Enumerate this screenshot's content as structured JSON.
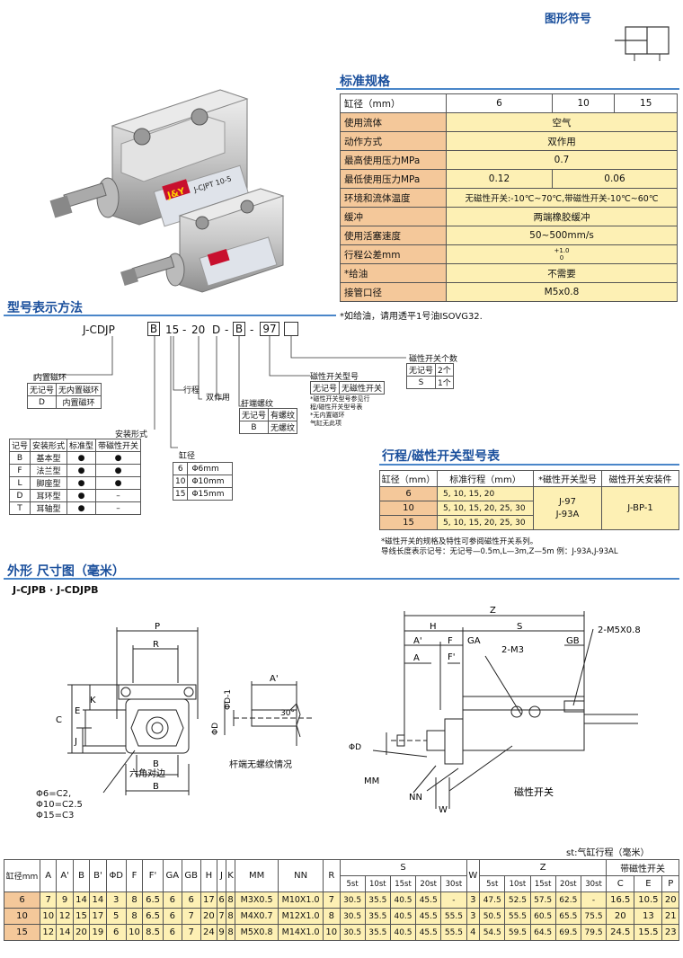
{
  "symbol_title": "图形符号",
  "spec": {
    "title": "标准规格",
    "header": [
      "缸径（mm）",
      "6",
      "10",
      "15"
    ],
    "rows": [
      {
        "label": "使用流体",
        "value": "空气"
      },
      {
        "label": "动作方式",
        "value": "双作用"
      },
      {
        "label": "最高使用压力MPa",
        "value": "0.7"
      },
      {
        "label": "最低使用压力MPa",
        "v1": "0.12",
        "v2": "0.06"
      },
      {
        "label": "环境和流体温度",
        "value": "无磁性开关:-10℃~70℃,带磁性开关-10℃~60℃"
      },
      {
        "label": "缓冲",
        "value": "两端橡胶缓冲"
      },
      {
        "label": "使用活塞速度",
        "value": "50~500mm/s"
      },
      {
        "label": "行程公差mm",
        "sup": "+1.0",
        "sub": "0"
      },
      {
        "label": "*给油",
        "value": "不需要"
      },
      {
        "label": "接管口径",
        "value": "M5x0.8"
      }
    ],
    "note": "*如给油，请用透平1号油ISOVG32."
  },
  "product_labels": {
    "brand": "J&Y",
    "model": "J-CJPT 10-5"
  },
  "model": {
    "title": "型号表示方法",
    "code": [
      "J-CDJP",
      "B",
      "15",
      "-",
      "20",
      "D",
      "-",
      "B",
      "-",
      "97",
      ""
    ],
    "inner_magnet": {
      "title": "内置磁环",
      "rows": [
        [
          "无记号",
          "无内置磁环"
        ],
        [
          "D",
          "内置磁环"
        ]
      ]
    },
    "mount": {
      "title": "安装形式",
      "header": [
        "记号",
        "安装形式",
        "标准型",
        "带磁性开关"
      ],
      "rows": [
        [
          "B",
          "基本型",
          "●",
          "●"
        ],
        [
          "F",
          "法兰型",
          "●",
          "●"
        ],
        [
          "L",
          "脚座型",
          "●",
          "●"
        ],
        [
          "D",
          "耳环型",
          "●",
          "–"
        ],
        [
          "T",
          "耳轴型",
          "●",
          "–"
        ]
      ]
    },
    "bore": {
      "title": "缸径",
      "rows": [
        [
          "6",
          "Φ6mm"
        ],
        [
          "10",
          "Φ10mm"
        ],
        [
          "15",
          "Φ15mm"
        ]
      ]
    },
    "stroke_label": "行程",
    "action_label": "双作用",
    "rod": {
      "title": "杆端螺纹",
      "rows": [
        [
          "无记号",
          "有螺纹"
        ],
        [
          "B",
          "无螺纹"
        ]
      ]
    },
    "switch_type": {
      "title": "磁性开关型号",
      "rows": [
        [
          "无记号",
          "无磁性开关"
        ]
      ],
      "notes": [
        "*磁性开关型号参见行",
        "程/磁性开关型号表",
        "*无内置磁环",
        "气缸无此项"
      ]
    },
    "switch_count": {
      "title": "磁性开关个数",
      "rows": [
        [
          "无记号",
          "2个"
        ],
        [
          "S",
          "1个"
        ]
      ]
    }
  },
  "stroke_table": {
    "title": "行程/磁性开关型号表",
    "header": [
      "缸径（mm）",
      "标准行程（mm）",
      "*磁性开关型号",
      "磁性开关安装件"
    ],
    "rows": [
      [
        "6",
        "5, 10, 15, 20"
      ],
      [
        "10",
        "5, 10, 15, 20, 25, 30"
      ],
      [
        "15",
        "5, 10, 15, 20, 25, 30"
      ]
    ],
    "switch_models": [
      "J-97",
      "J-93A"
    ],
    "mount_part": "J-BP-1",
    "notes": [
      "*磁性开关的规格及特性可参阅磁性开关系列。",
      "导线长度表示记号：无记号—0.5m,L—3m,Z—5m 例：J-93A,J-93AL"
    ]
  },
  "dim": {
    "title": "外形 尺寸图（毫米）",
    "subtitle": "J-CJPB · J-CDJPB",
    "rod_caption": "杆端无螺纹情况",
    "hex_caption": "六角对边",
    "chamfer": [
      "Φ6=C2,",
      "Φ10=C2.5",
      "Φ15=C3"
    ],
    "switch_label": "磁性开关",
    "unit_note": "st:气缸行程（毫米）",
    "labels": {
      "P": "P",
      "R": "R",
      "K": "K",
      "E": "E",
      "C": "C",
      "J": "J",
      "B": "B",
      "Ap": "A'",
      "D1": "ΦD-1",
      "D": "ΦD",
      "deg": "30°",
      "Z": "Z",
      "H": "H",
      "S": "S",
      "A": "A",
      "F": "F",
      "Fp": "F'",
      "GA": "GA",
      "GB": "GB",
      "M3": "2-M3",
      "M5": "2-M5X0.8",
      "MM": "MM",
      "NN": "NN",
      "W": "W"
    },
    "header1": [
      "缸径mm",
      "A",
      "A'",
      "B",
      "B'",
      "ΦD",
      "F",
      "F'",
      "GA",
      "GB",
      "H",
      "J",
      "K",
      "MM",
      "NN",
      "R",
      "S",
      "W",
      "Z",
      "带磁性开关"
    ],
    "header2": [
      "5st",
      "10st",
      "15st",
      "20st",
      "30st",
      "5st",
      "10st",
      "15st",
      "20st",
      "30st",
      "C",
      "E",
      "P"
    ],
    "rows": [
      [
        "6",
        "7",
        "9",
        "14",
        "14",
        "3",
        "8",
        "6.5",
        "6",
        "6",
        "17",
        "6",
        "8",
        "M3X0.5",
        "M10X1.0",
        "7",
        "30.5",
        "35.5",
        "40.5",
        "45.5",
        "-",
        "3",
        "47.5",
        "52.5",
        "57.5",
        "62.5",
        "-",
        "16.5",
        "10.5",
        "20"
      ],
      [
        "10",
        "10",
        "12",
        "15",
        "17",
        "5",
        "8",
        "6.5",
        "6",
        "7",
        "20",
        "7",
        "8",
        "M4X0.7",
        "M12X1.0",
        "8",
        "30.5",
        "35.5",
        "40.5",
        "45.5",
        "55.5",
        "3",
        "50.5",
        "55.5",
        "60.5",
        "65.5",
        "75.5",
        "20",
        "13",
        "21"
      ],
      [
        "15",
        "12",
        "14",
        "20",
        "19",
        "6",
        "10",
        "8.5",
        "6",
        "7",
        "24",
        "9",
        "8",
        "M5X0.8",
        "M14X1.0",
        "10",
        "30.5",
        "35.5",
        "40.5",
        "45.5",
        "55.5",
        "4",
        "54.5",
        "59.5",
        "64.5",
        "69.5",
        "79.5",
        "24.5",
        "15.5",
        "23"
      ]
    ]
  }
}
